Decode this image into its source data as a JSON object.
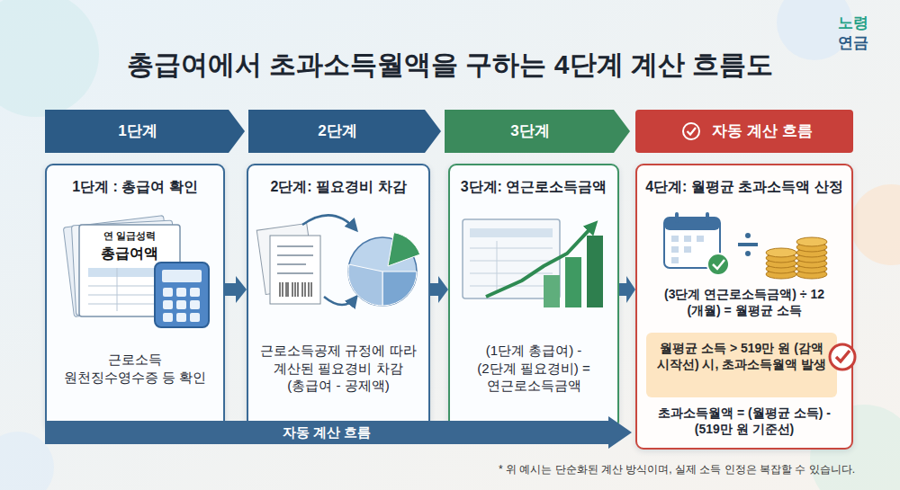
{
  "diagram": {
    "title": "총급여에서 초과소득월액을 구하는 4단계 계산 흐름도",
    "caption": "* 위 예시는 단순화된 계산 방식이며, 실제 소득 인정은 복잡할 수 있습니다.",
    "nodes": [
      {
        "text": [
          "1단계"
        ]
      },
      {
        "text": [
          "2단계"
        ]
      },
      {
        "text": [
          "3단계"
        ]
      },
      {
        "text": [
          "자동 계산 흐름"
        ]
      },
      {
        "text": [
          "1단계 : 총급여 확인",
          "근로소득 원천징수영수증 등 확인"
        ]
      },
      {
        "text": [
          "2단계: 필요경비 차감",
          "근로소득공제 규정에 따라 계산된 필요경비 차감 (총급여 - 공제액)"
        ]
      },
      {
        "text": [
          "3단계: 연근로소득금액",
          "(1단계 총급여) - (2단계 필요경비) = 연근로소득금액"
        ]
      },
      {
        "text": [
          "4단계: 월평균 초과소득액 산정",
          "(3단계 연근로소득금액) ÷ 12 (개월) = 월평균 소득",
          "초과소득월액 = (월평균 소득) - (519만 원 기준선)"
        ]
      },
      {
        "text": [
          "월평균 소득 > 519만 원 (감액 시작선) 시, 초과소득월액 발생"
        ],
        "in": 7
      },
      {
        "text": [
          "자동 계산 흐름"
        ]
      }
    ],
    "edges": [
      {
        "from": 4,
        "to": 5,
        "arrow": "to"
      },
      {
        "from": 5,
        "to": 6,
        "arrow": "to"
      },
      {
        "from": 6,
        "to": 7,
        "arrow": "to"
      }
    ],
    "labels": [
      "노령",
      "연금",
      "연 일급성력",
      "총급여액"
    ]
  }
}
